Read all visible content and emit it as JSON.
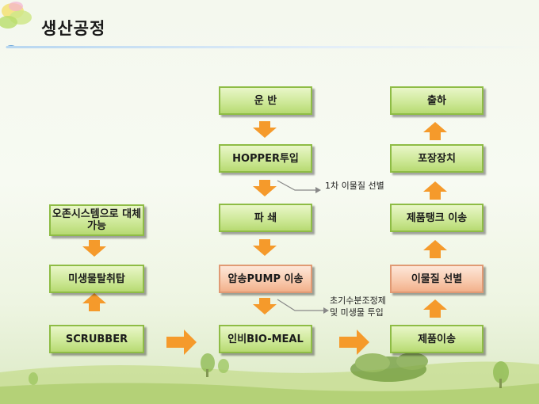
{
  "title": "생산공정",
  "nodes": {
    "transport": "운  반",
    "hopper": "HOPPER투입",
    "crush": "파  쇄",
    "pump": "압송PUMP 이송",
    "biomeal": "인비BIO-MEAL",
    "ozone": "오존시스템으로 대체가능",
    "microbe_tower": "미생물탈취탑",
    "scrubber": "SCRUBBER",
    "shipping": "출하",
    "packaging": "포장장치",
    "tank": "제품탱크 이송",
    "sorting": "이물질 선별",
    "product_transfer": "제품이송"
  },
  "notes": {
    "first_sorting": "1차 이물질 선별",
    "moisture": "초기수분조정제 및 미생물 투입"
  },
  "colors": {
    "green_box": "#cfe99a",
    "peach_box": "#f8c9ac",
    "arrow": "#f59a2b"
  }
}
